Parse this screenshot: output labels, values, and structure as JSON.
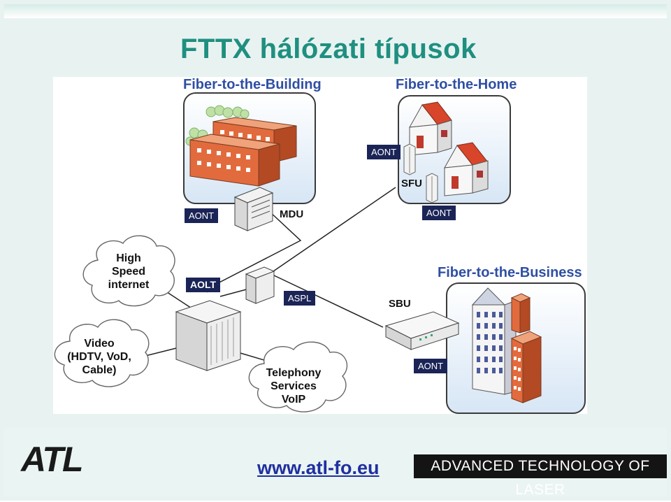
{
  "title": "FTTX hálózati típusok",
  "labels": {
    "fttb": "Fiber-to-the-Building",
    "ftth": "Fiber-to-the-Home",
    "fttbiz": "Fiber-to-the-Business"
  },
  "tags": {
    "aont": "AONT",
    "aolt": "AOLT",
    "aspl": "ASPL"
  },
  "device_labels": {
    "mdu": "MDU",
    "sfu": "SFU",
    "sbu": "SBU"
  },
  "clouds": {
    "internet": [
      "High",
      "Speed",
      "internet"
    ],
    "video": [
      "Video",
      "(HDTV, VoD,",
      "Cable)"
    ],
    "telephony": [
      "Telephony",
      "Services",
      "VoIP"
    ]
  },
  "footer": {
    "url": "www.atl-fo.eu",
    "logo_text": "ATL",
    "company": "ADVANCED TECHNOLOGY OF LASER"
  },
  "colors": {
    "title": "#1f8f80",
    "diagram_label": "#2f4fa3",
    "tag_bg": "#1b2456",
    "url": "#1f2fa0",
    "brick": "#e26b3e",
    "roof": "#d8452a"
  }
}
